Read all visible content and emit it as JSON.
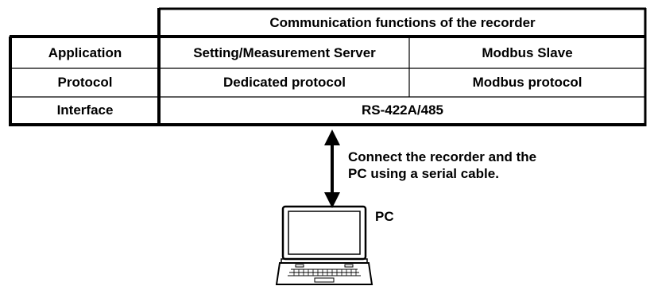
{
  "table": {
    "header": "Communication functions of the recorder",
    "rows": [
      {
        "label": "Application",
        "cells": [
          "Setting/Measurement Server",
          "Modbus Slave"
        ]
      },
      {
        "label": "Protocol",
        "cells": [
          "Dedicated protocol",
          "Modbus protocol"
        ]
      },
      {
        "label": "Interface",
        "merged": "RS-422A/485"
      }
    ]
  },
  "connection": {
    "note_line1": "Connect the recorder and the",
    "note_line2": "PC using a serial cable."
  },
  "pc": {
    "label": "PC",
    "icon": "laptop-icon"
  }
}
